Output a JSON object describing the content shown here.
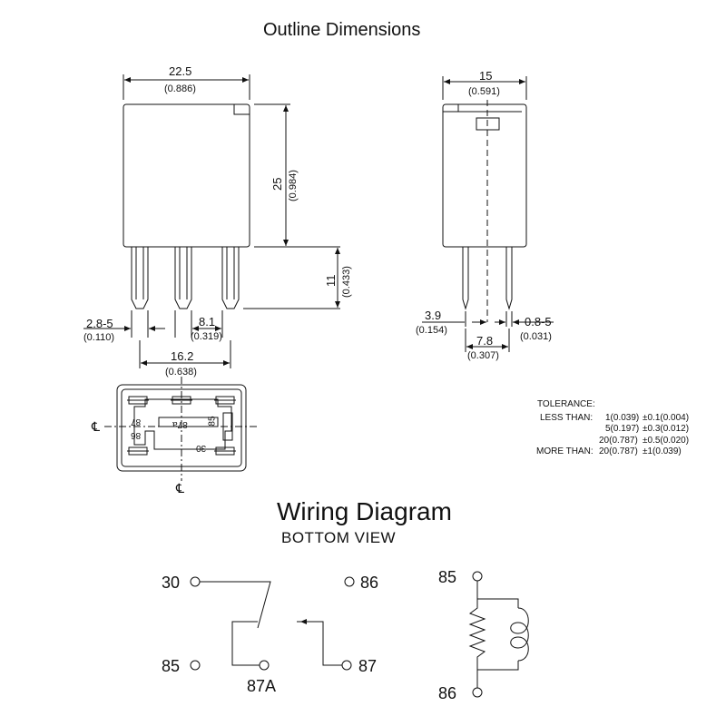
{
  "outline": {
    "title": "Outline Dimensions",
    "front": {
      "width_mm": "22.5",
      "width_in": "(0.886)",
      "height_mm": "25",
      "height_in": "(0.984)",
      "pin_len_mm": "11",
      "pin_len_in": "(0.433)",
      "pin_w_mm": "2.8-5",
      "pin_w_in": "(0.110)",
      "pin_gap_mm": "8.1",
      "pin_gap_in": "(0.319)",
      "pin_span_mm": "16.2",
      "pin_span_in": "(0.638)"
    },
    "side": {
      "width_mm": "15",
      "width_in": "(0.591)",
      "offset_mm": "3.9",
      "offset_in": "(0.154)",
      "thick_mm": "0.8-5",
      "thick_in": "(0.031)",
      "pitch_mm": "7.8",
      "pitch_in": "(0.307)"
    },
    "bottom": {
      "centerline_symbol": "℄",
      "terminal_labels": [
        "87",
        "87a",
        "85",
        "86",
        "30"
      ]
    }
  },
  "tolerance": {
    "heading": "TOLERANCE:",
    "rows": [
      {
        "label": "LESS THAN:",
        "value": "1(0.039)",
        "tol": "±0.1(0.004)"
      },
      {
        "label": "",
        "value": "5(0.197)",
        "tol": "±0.3(0.012)"
      },
      {
        "label": "",
        "value": "20(0.787)",
        "tol": "±0.5(0.020)"
      },
      {
        "label": "MORE THAN:",
        "value": "20(0.787)",
        "tol": "±1(0.039)"
      }
    ]
  },
  "wiring": {
    "title": "Wiring Diagram",
    "subtitle": "BOTTOM VIEW",
    "pins": {
      "p30": "30",
      "p85": "85",
      "p87a": "87A",
      "p86": "86",
      "p87": "87",
      "coil_top": "85",
      "coil_bottom": "86"
    }
  }
}
